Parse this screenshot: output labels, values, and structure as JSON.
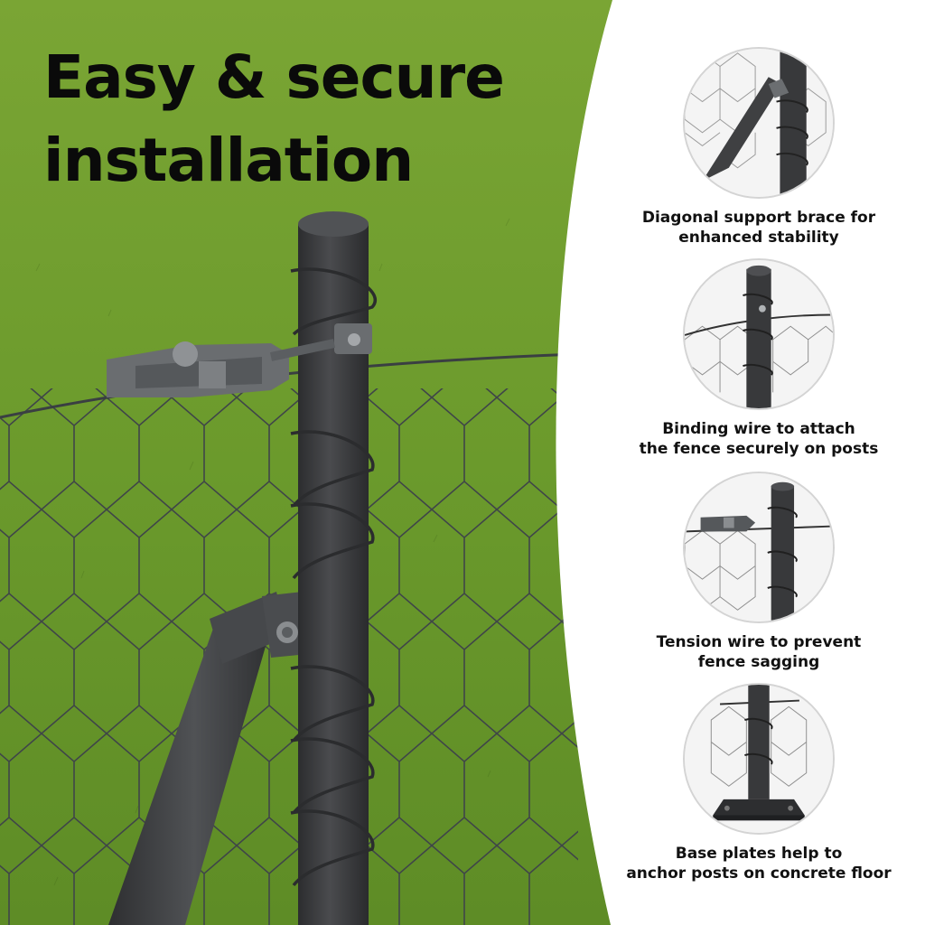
{
  "headline": {
    "line1": "Easy & secure",
    "line2": "installation"
  },
  "colors": {
    "grass": "#6f9a2e",
    "post": "#3a3b3d",
    "panel": "#ffffff",
    "text": "#0a0a0a"
  },
  "features": [
    {
      "icon": "diagonal-brace-icon",
      "line1": "Diagonal support brace for",
      "line2": "enhanced stability"
    },
    {
      "icon": "binding-wire-icon",
      "line1": "Binding wire to attach",
      "line2": "the fence securely on posts"
    },
    {
      "icon": "tension-wire-icon",
      "line1": "Tension wire to prevent",
      "line2": "fence sagging"
    },
    {
      "icon": "base-plate-icon",
      "line1": "Base plates help to",
      "line2": "anchor posts on concrete floor"
    }
  ]
}
